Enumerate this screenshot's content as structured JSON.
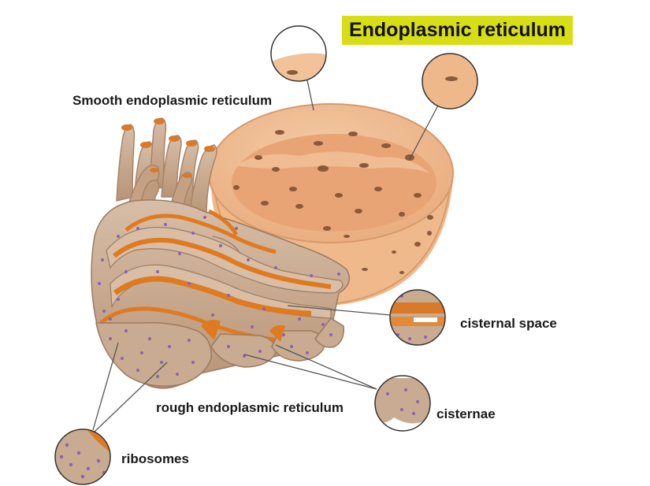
{
  "title": "Endoplasmic reticulum",
  "labels": {
    "smooth_er": "Smooth endoplasmic reticulum",
    "cisternal_space": "cisternal space",
    "rough_er": "rough endoplasmic reticulum",
    "cisternae": "cisternae",
    "ribosomes": "ribosomes"
  },
  "colors": {
    "title_highlight": "#d8de16",
    "nucleus": "#f2c6a0",
    "nucleus_inner": "#e8a777",
    "membrane": "#c9ab91",
    "lumen": "#e07a1f",
    "ribosome": "#8a63b0"
  }
}
